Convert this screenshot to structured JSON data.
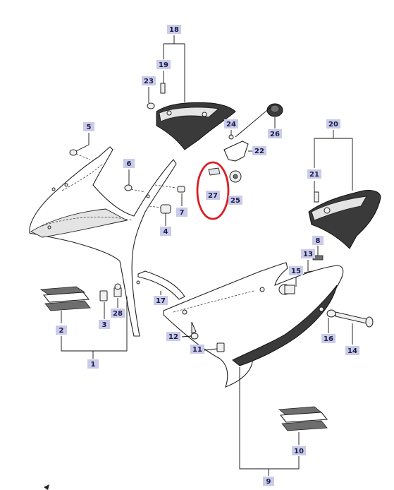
{
  "callouts": [
    {
      "id": "c1",
      "label": "1"
    },
    {
      "id": "c2",
      "label": "2"
    },
    {
      "id": "c3",
      "label": "3"
    },
    {
      "id": "c4",
      "label": "4"
    },
    {
      "id": "c5",
      "label": "5"
    },
    {
      "id": "c6",
      "label": "6"
    },
    {
      "id": "c7",
      "label": "7"
    },
    {
      "id": "c8",
      "label": "8"
    },
    {
      "id": "c9",
      "label": "9"
    },
    {
      "id": "c10",
      "label": "10"
    },
    {
      "id": "c11",
      "label": "11"
    },
    {
      "id": "c12",
      "label": "12"
    },
    {
      "id": "c13",
      "label": "13"
    },
    {
      "id": "c14",
      "label": "14"
    },
    {
      "id": "c15",
      "label": "15"
    },
    {
      "id": "c16",
      "label": "16"
    },
    {
      "id": "c17",
      "label": "17"
    },
    {
      "id": "c18",
      "label": "18"
    },
    {
      "id": "c19",
      "label": "19"
    },
    {
      "id": "c20",
      "label": "20"
    },
    {
      "id": "c21",
      "label": "21"
    },
    {
      "id": "c22",
      "label": "22"
    },
    {
      "id": "c23",
      "label": "23"
    },
    {
      "id": "c24",
      "label": "24"
    },
    {
      "id": "c25",
      "label": "25"
    },
    {
      "id": "c26",
      "label": "26"
    },
    {
      "id": "c27",
      "label": "27"
    },
    {
      "id": "c28",
      "label": "28"
    }
  ],
  "highlighted_part": "27",
  "colors": {
    "callout_fill": "#c9cbe8",
    "callout_text": "#1a1a4a",
    "highlight": "#d81f26",
    "line": "#111111"
  }
}
